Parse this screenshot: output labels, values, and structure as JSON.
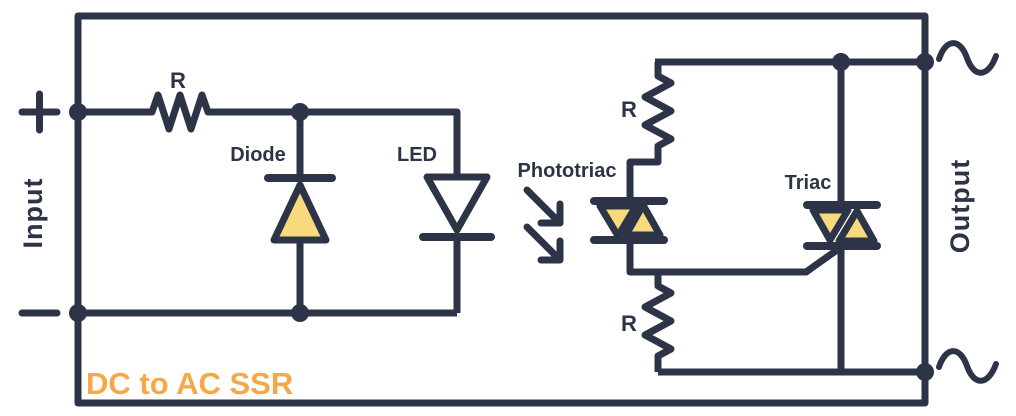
{
  "caption": "DC to AC SSR",
  "input": {
    "label": "Input",
    "polarity_positive": "+",
    "polarity_negative": "−"
  },
  "output": {
    "label": "Output",
    "ac_symbol": "∿"
  },
  "components": {
    "input_resistor": {
      "label": "R"
    },
    "diode": {
      "label": "Diode"
    },
    "led": {
      "label": "LED"
    },
    "phototriac": {
      "label": "Phototriac"
    },
    "upper_resistor": {
      "label": "R"
    },
    "lower_resistor": {
      "label": "R"
    },
    "triac": {
      "label": "Triac"
    }
  },
  "icons": {
    "polarity_plus": "plus-icon",
    "polarity_minus": "minus-icon",
    "light": "light-arrow-icon",
    "ac_wave": "ac-sine-icon",
    "junction": "junction-dot"
  },
  "colors": {
    "ink": "#2e3447",
    "component_fill": "#f8d97c",
    "led_fill": "#ffffff",
    "caption": "#f7a747",
    "background": "#ffffff"
  }
}
